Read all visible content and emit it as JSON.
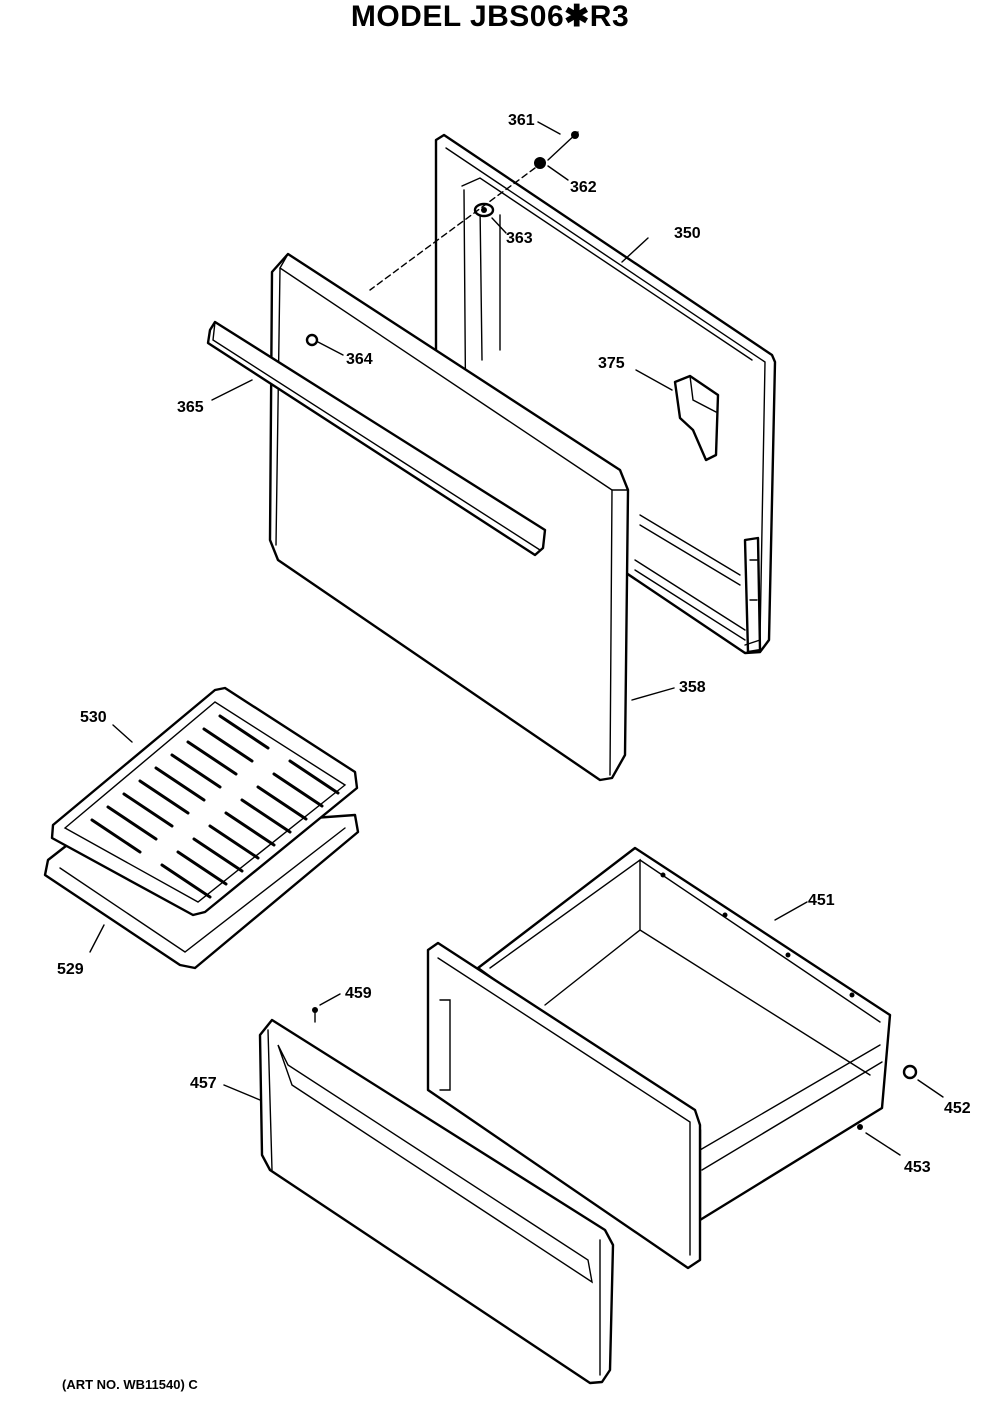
{
  "title": "MODEL JBS06✱R3",
  "art_number": "(ART NO. WB11540) C",
  "parts": {
    "p361": "361",
    "p362": "362",
    "p363": "363",
    "p350": "350",
    "p364": "364",
    "p375": "375",
    "p365": "365",
    "p358": "358",
    "p530": "530",
    "p529": "529",
    "p451": "451",
    "p459": "459",
    "p457": "457",
    "p452": "452",
    "p453": "453"
  }
}
